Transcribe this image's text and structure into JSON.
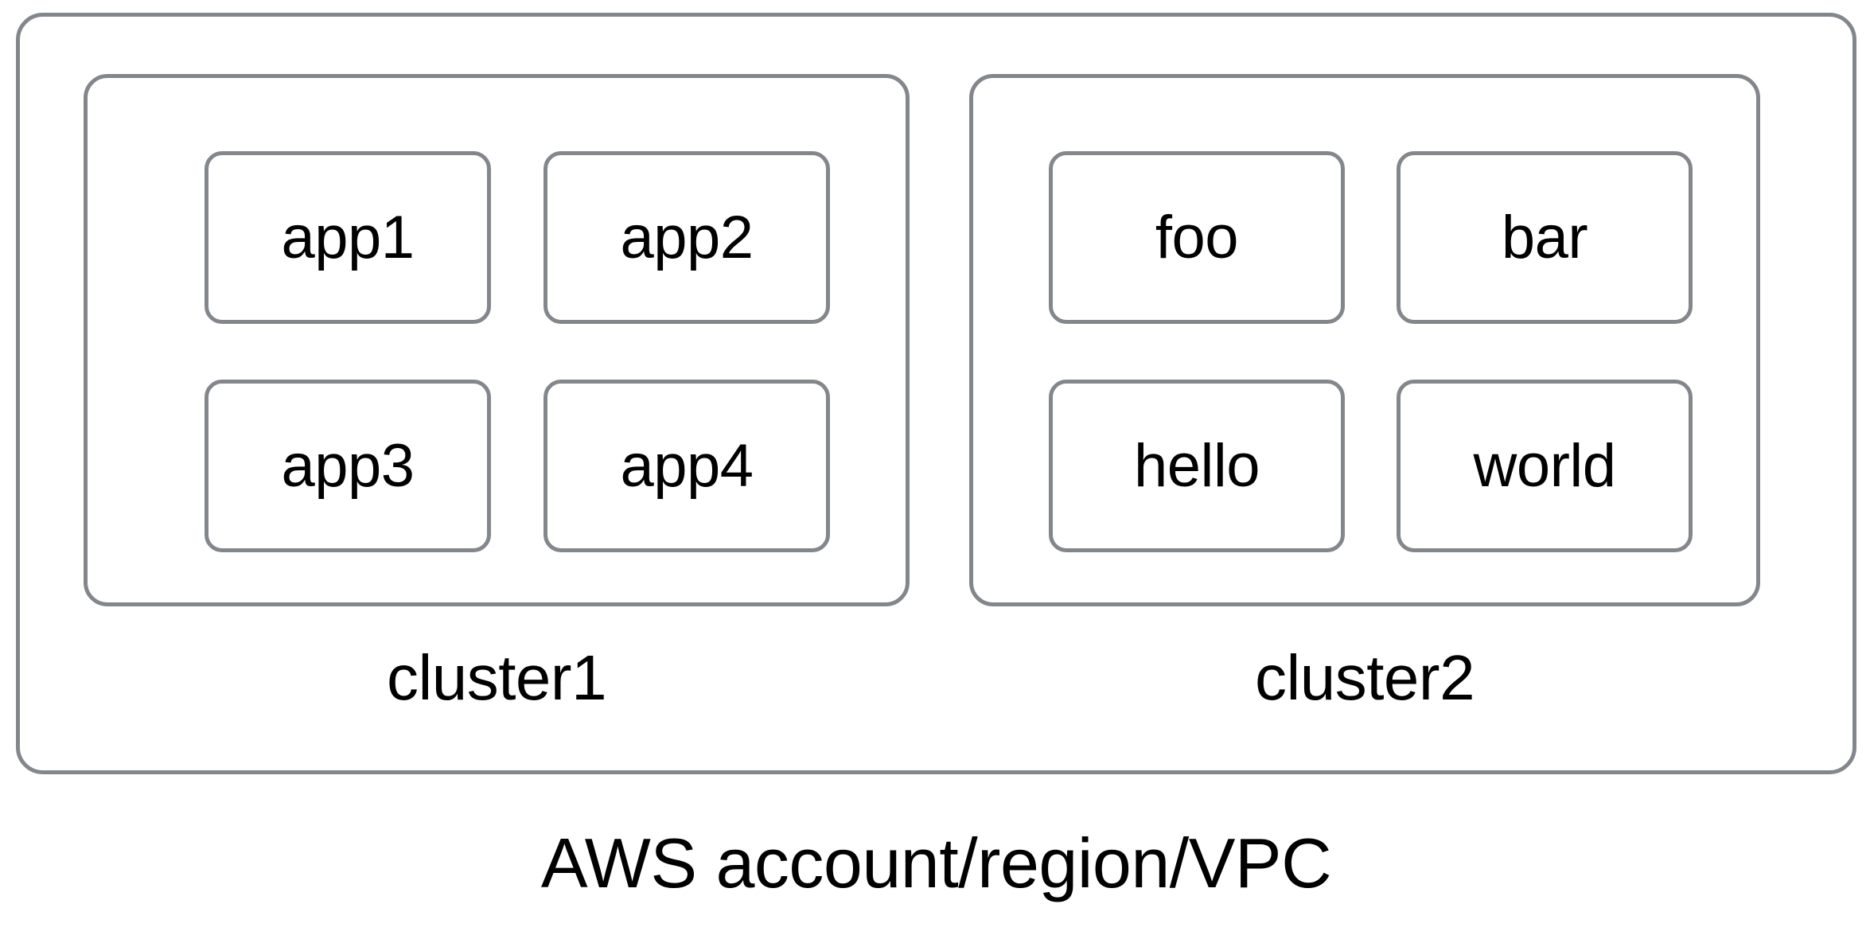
{
  "diagram": {
    "type": "nested-containment-diagram",
    "title": "AWS account/region/VPC",
    "style": {
      "border_color": "#83878c",
      "background_color": "#ffffff",
      "text_color": "#000000"
    },
    "account": {
      "caption": "AWS account/region/VPC",
      "clusters": [
        {
          "caption": "cluster1",
          "nodes": [
            {
              "label": "app1"
            },
            {
              "label": "app2"
            },
            {
              "label": "app3"
            },
            {
              "label": "app4"
            }
          ]
        },
        {
          "caption": "cluster2",
          "nodes": [
            {
              "label": "foo"
            },
            {
              "label": "bar"
            },
            {
              "label": "hello"
            },
            {
              "label": "world"
            }
          ]
        }
      ]
    }
  }
}
